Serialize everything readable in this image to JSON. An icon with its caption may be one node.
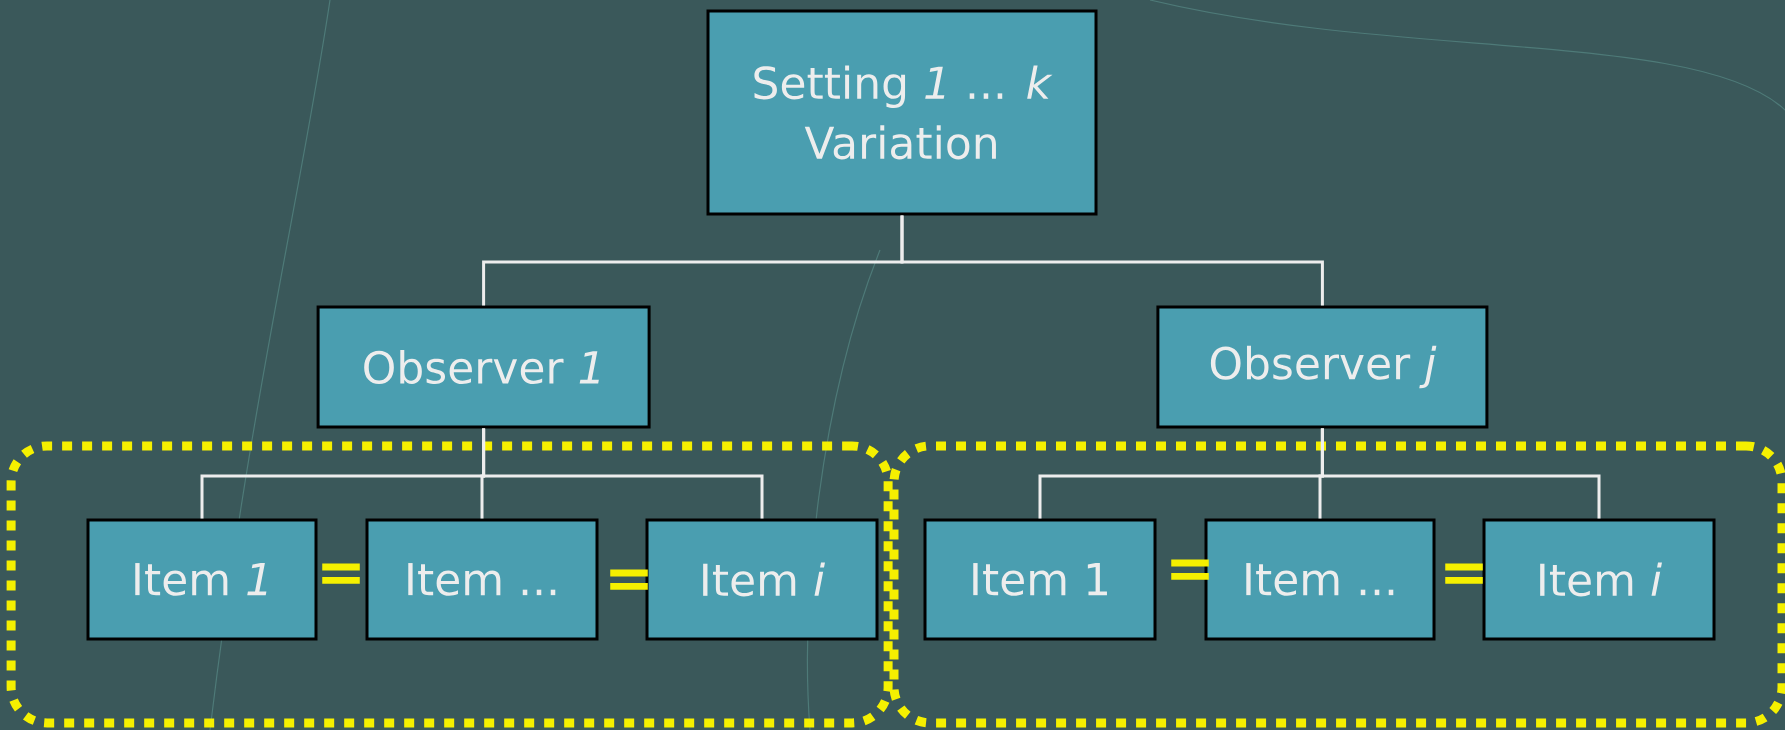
{
  "diagram": {
    "nodes": [
      {
        "text": [
          "Setting *1* ... *k*",
          "Variation"
        ]
      },
      {
        "text": [
          "Observer *1*"
        ]
      },
      {
        "text": [
          "Observer *j*"
        ]
      },
      {
        "text": [],
        "shape": "box"
      },
      {
        "text": [
          "Item *1*"
        ],
        "in": 3
      },
      {
        "text": [
          "Item ..."
        ],
        "in": 3
      },
      {
        "text": [
          "Item *i*"
        ],
        "in": 3
      },
      {
        "text": [],
        "shape": "box"
      },
      {
        "text": [
          "Item 1"
        ],
        "in": 7
      },
      {
        "text": [
          "Item ..."
        ],
        "in": 7
      },
      {
        "text": [
          "Item *i*"
        ],
        "in": 7
      }
    ],
    "edges": [
      {
        "from": 0,
        "to": 1,
        "arrow": "none"
      },
      {
        "from": 0,
        "to": 2,
        "arrow": "none"
      },
      {
        "from": 1,
        "to": 4,
        "arrow": "none"
      },
      {
        "from": 1,
        "to": 5,
        "arrow": "none"
      },
      {
        "from": 1,
        "to": 6,
        "arrow": "none"
      },
      {
        "from": 2,
        "to": 8,
        "arrow": "none"
      },
      {
        "from": 2,
        "to": 9,
        "arrow": "none"
      },
      {
        "from": 2,
        "to": 10,
        "arrow": "none"
      }
    ],
    "labels": [
      "=",
      "=",
      "=",
      "="
    ]
  }
}
